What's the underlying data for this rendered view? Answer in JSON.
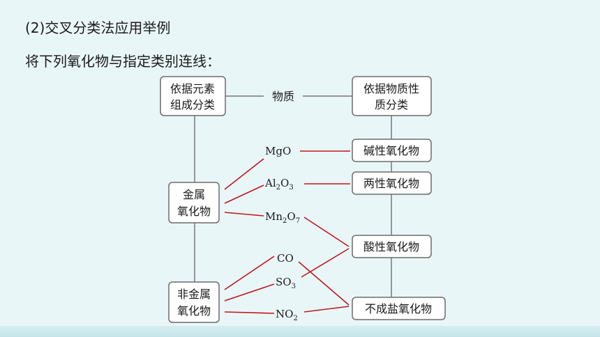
{
  "headings": {
    "title": "(2)交叉分类法应用举例",
    "instruction": "将下列氧化物与指定类别连线："
  },
  "diagram": {
    "left_root": [
      "依据元素",
      "组成分类"
    ],
    "center_label": "物质",
    "right_root": [
      "依据物质性",
      "质分类"
    ],
    "metal_oxide": [
      "金属",
      "氧化物"
    ],
    "nonmetal_oxide": [
      "非金属",
      "氧化物"
    ],
    "categories": [
      "碱性氧化物",
      "两性氧化物",
      "酸性氧化物",
      "不成盐氧化物"
    ],
    "compounds": [
      {
        "base": "MgO",
        "sub": ""
      },
      {
        "base": "Al",
        "sub": "2",
        "base2": "O",
        "sub2": "3"
      },
      {
        "base": "Mn",
        "sub": "2",
        "base2": "O",
        "sub2": "7"
      },
      {
        "base": "CO",
        "sub": ""
      },
      {
        "base": "SO",
        "sub": "3"
      },
      {
        "base": "NO",
        "sub": "2"
      }
    ]
  },
  "colors": {
    "link": "#c0161b",
    "frame": "#6b6b6b",
    "background": "#e9f6f8"
  }
}
